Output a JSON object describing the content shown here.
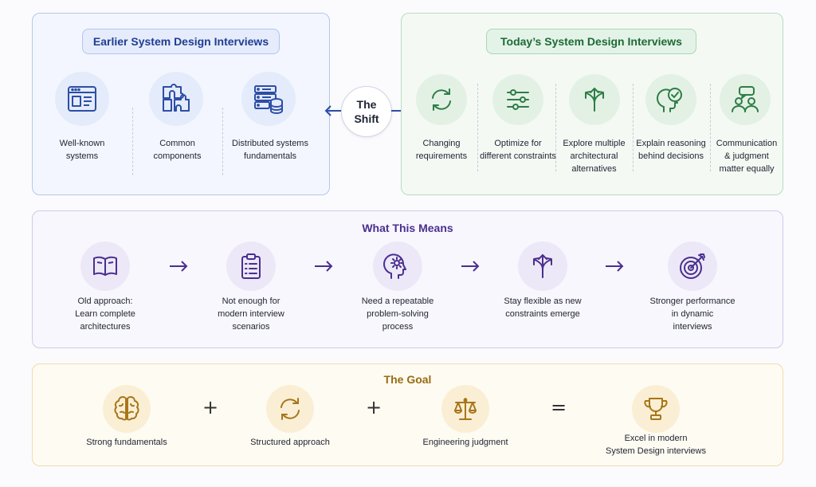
{
  "earlier": {
    "title": "Earlier System Design Interviews",
    "items": [
      {
        "label_lines": [
          "Well-known",
          "systems"
        ],
        "icon": "browser-window-icon"
      },
      {
        "label_lines": [
          "Common",
          "components"
        ],
        "icon": "puzzle-icon"
      },
      {
        "label_lines": [
          "Distributed systems",
          "fundamentals"
        ],
        "icon": "server-database-icon"
      }
    ]
  },
  "shift": {
    "line1": "The",
    "line2": "Shift"
  },
  "today": {
    "title": "Today’s System Design Interviews",
    "items": [
      {
        "label_lines": [
          "Changing",
          "requirements"
        ],
        "icon": "refresh-icon"
      },
      {
        "label_lines": [
          "Optimize for",
          "different constraints"
        ],
        "icon": "sliders-icon"
      },
      {
        "label_lines": [
          "Explore multiple",
          "architectural",
          "alternatives"
        ],
        "icon": "branching-arrows-icon"
      },
      {
        "label_lines": [
          "Explain reasoning",
          "behind decisions"
        ],
        "icon": "head-check-icon"
      },
      {
        "label_lines": [
          "Communication",
          "& judgment",
          "matter equally"
        ],
        "icon": "people-chat-icon"
      }
    ]
  },
  "means": {
    "title": "What This Means",
    "items": [
      {
        "label_lines": [
          "Old approach:",
          "Learn complete",
          "architectures"
        ],
        "icon": "book-icon"
      },
      {
        "label_lines": [
          "Not enough for",
          "modern interview",
          "scenarios"
        ],
        "icon": "clipboard-list-icon"
      },
      {
        "label_lines": [
          "Need a repeatable",
          "problem-solving",
          "process"
        ],
        "icon": "head-gear-icon"
      },
      {
        "label_lines": [
          "Stay flexible as new",
          "constraints emerge"
        ],
        "icon": "branching-arrows-icon"
      },
      {
        "label_lines": [
          "Stronger performance",
          "in dynamic",
          "interviews"
        ],
        "icon": "target-icon"
      }
    ]
  },
  "goal": {
    "title": "The Goal",
    "items": [
      {
        "label_lines": [
          "Strong fundamentals"
        ],
        "icon": "brain-icon"
      },
      {
        "label_lines": [
          "Structured approach"
        ],
        "icon": "refresh-icon"
      },
      {
        "label_lines": [
          "Engineering judgment"
        ],
        "icon": "scales-icon"
      },
      {
        "label_lines": [
          "Excel in modern",
          "System Design interviews"
        ],
        "icon": "trophy-icon"
      }
    ],
    "operators": [
      "+",
      "+",
      "="
    ]
  },
  "colors": {
    "blue_accent": "#2d4ea6",
    "green_accent": "#2e7d46",
    "purple_accent": "#4b2f8f",
    "gold_accent": "#a8761a"
  }
}
